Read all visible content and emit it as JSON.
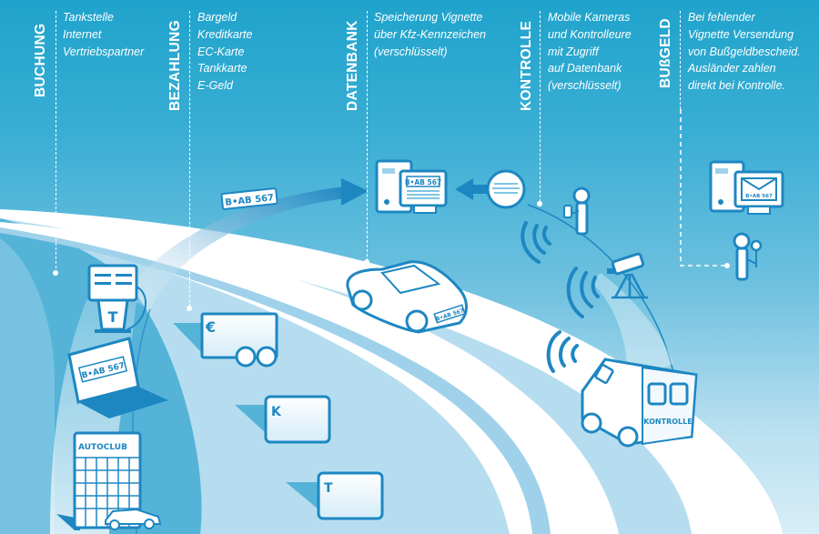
{
  "diagram": {
    "title": "Vignette process: Buchung, Bezahlung, Datenbank, Kontrolle, Bußgeld",
    "colors": {
      "sky_top": "#1fa3cc",
      "sky_bottom": "#d8eef8",
      "stroke": "#1d87c2",
      "road": "#ffffff",
      "road_light": "#c9e7f4"
    },
    "columns": [
      {
        "heading": "BUCHUNG",
        "lines": [
          "Tankstelle",
          "Internet",
          "Vertriebspartner"
        ]
      },
      {
        "heading": "BEZAHLUNG",
        "lines": [
          "Bargeld",
          "Kreditkarte",
          "EC-Karte",
          "Tankkarte",
          "E-Geld"
        ]
      },
      {
        "heading": "DATENBANK",
        "lines": [
          "Speicherung Vignette",
          "über Kfz-Kennzeichen",
          "(verschlüsselt)"
        ]
      },
      {
        "heading": "KONTROLLE",
        "lines": [
          "Mobile Kameras",
          "und Kontrolleure",
          "mit Zugriff",
          "auf Datenbank",
          "(verschlüsselt)"
        ]
      },
      {
        "heading": "BUßGELD",
        "lines": [
          "Bei fehlender",
          "Vignette Versendung",
          "von Bußgeldbescheid.",
          "Ausländer zahlen",
          "direkt bei Kontrolle."
        ]
      }
    ],
    "labels": {
      "plate": "B•AB 567",
      "autoclub": "AUTOCLUB",
      "kontrolle_van": "KONTROLLE",
      "card_euro": "€",
      "card_k": "K",
      "card_t": "T",
      "pump_t": "T"
    },
    "icons": [
      "fuel-pump-icon",
      "laptop-icon",
      "autoclub-building-icon",
      "car-icon",
      "cash-card-icon",
      "credit-card-k-icon",
      "fuel-card-t-icon",
      "computer-database-icon",
      "data-circle-icon",
      "inspector-person-icon",
      "camera-tripod-icon",
      "control-van-icon",
      "computer-mail-icon",
      "officer-person-icon",
      "radio-wave-icon",
      "arrow-right-icon",
      "arrow-left-icon"
    ]
  }
}
